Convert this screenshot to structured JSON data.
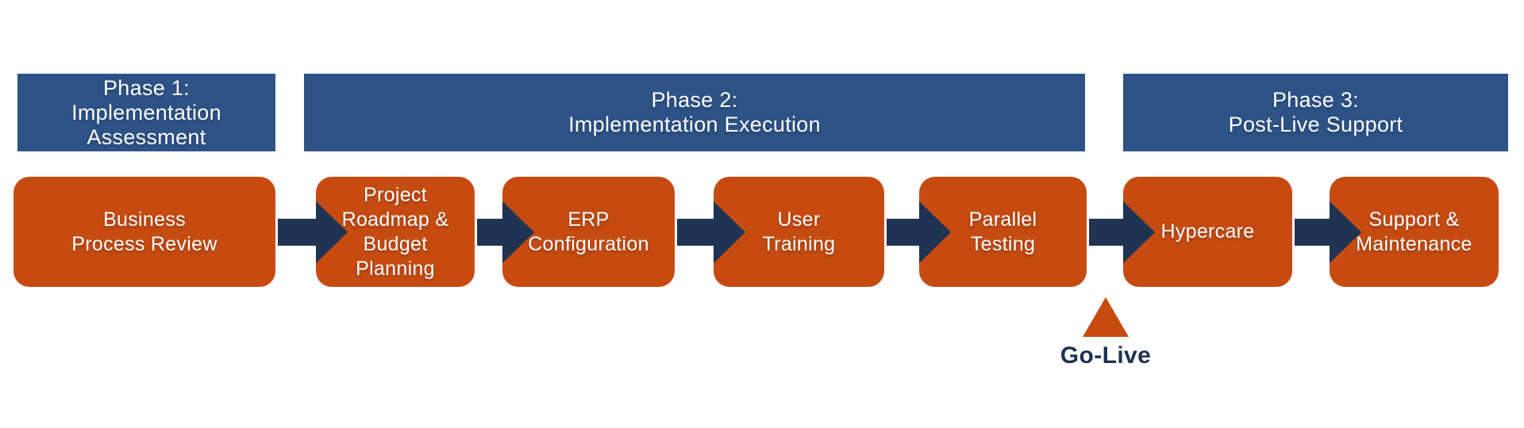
{
  "colors": {
    "phase_blue": "#2D5286",
    "step_orange": "#C64B10",
    "arrow_navy": "#1F3352",
    "milestone_text": "#1E3150",
    "text_light": "#FFFFFF",
    "background": "#FFFFFF"
  },
  "phases": [
    {
      "label": "Phase 1:\nImplementation\nAssessment"
    },
    {
      "label": "Phase 2:\nImplementation Execution"
    },
    {
      "label": "Phase 3:\nPost-Live Support"
    }
  ],
  "steps": [
    {
      "label": "Business\nProcess Review"
    },
    {
      "label": "Project\nRoadmap &\nBudget\nPlanning"
    },
    {
      "label": "ERP\nConfiguration"
    },
    {
      "label": "User\nTraining"
    },
    {
      "label": "Parallel\nTesting"
    },
    {
      "label": "Hypercare"
    },
    {
      "label": "Support &\nMaintenance"
    }
  ],
  "milestone": {
    "label": "Go-Live",
    "icon": "triangle-up"
  }
}
